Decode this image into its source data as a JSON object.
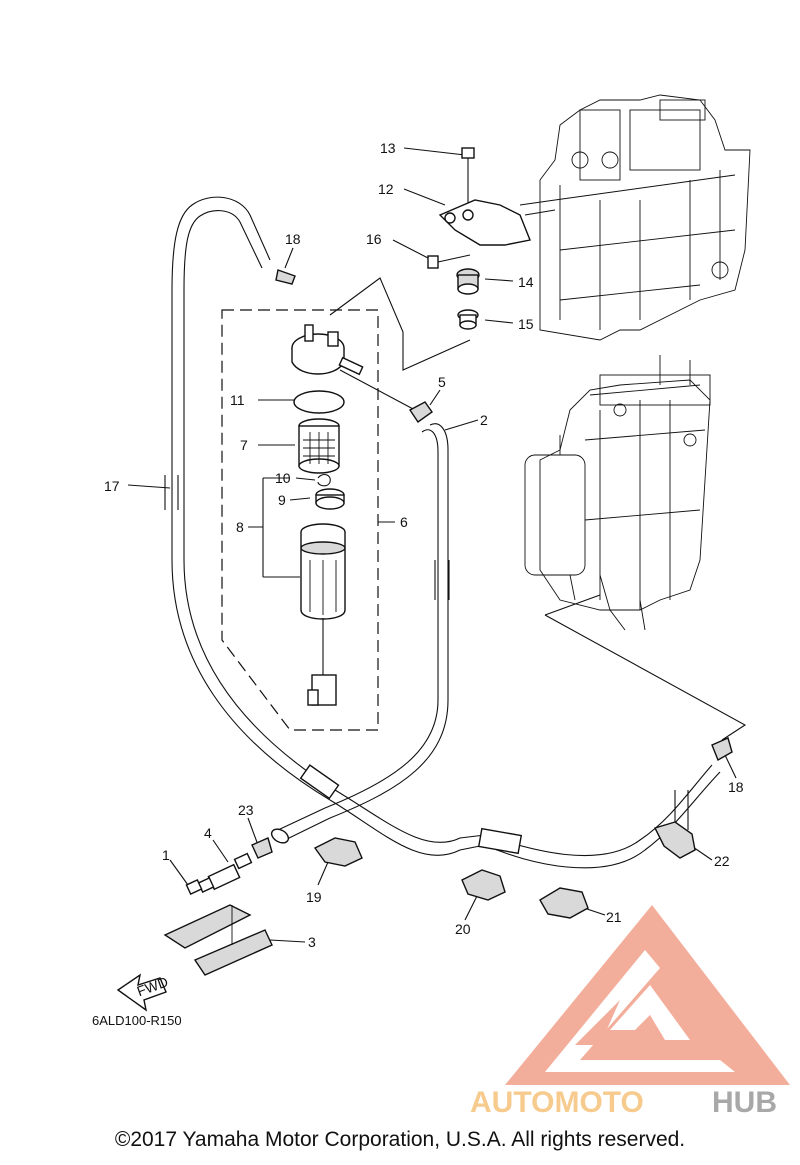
{
  "callouts": [
    {
      "id": "c1",
      "text": "1"
    },
    {
      "id": "c2",
      "text": "2"
    },
    {
      "id": "c3",
      "text": "3"
    },
    {
      "id": "c4",
      "text": "4"
    },
    {
      "id": "c5",
      "text": "5"
    },
    {
      "id": "c6",
      "text": "6"
    },
    {
      "id": "c7",
      "text": "7"
    },
    {
      "id": "c8",
      "text": "8"
    },
    {
      "id": "c9",
      "text": "9"
    },
    {
      "id": "c10",
      "text": "10"
    },
    {
      "id": "c11",
      "text": "11"
    },
    {
      "id": "c12",
      "text": "12"
    },
    {
      "id": "c13",
      "text": "13"
    },
    {
      "id": "c14",
      "text": "14"
    },
    {
      "id": "c15",
      "text": "15"
    },
    {
      "id": "c16",
      "text": "16"
    },
    {
      "id": "c17",
      "text": "17"
    },
    {
      "id": "c18a",
      "text": "18"
    },
    {
      "id": "c18b",
      "text": "18"
    },
    {
      "id": "c19",
      "text": "19"
    },
    {
      "id": "c20",
      "text": "20"
    },
    {
      "id": "c21",
      "text": "21"
    },
    {
      "id": "c22",
      "text": "22"
    },
    {
      "id": "c23",
      "text": "23"
    }
  ],
  "fwd_label": "FWD",
  "diagram_code": "6ALD100-R150",
  "watermark": {
    "brand_part1": "AUTOMOTO",
    "brand_part2": "HUB",
    "color_primary": "#f2a08a",
    "color_accent": "#f5c27a",
    "color_gray": "#9a9a9a"
  },
  "copyright": "©2017 Yamaha Motor Corporation, U.S.A. All rights reserved."
}
